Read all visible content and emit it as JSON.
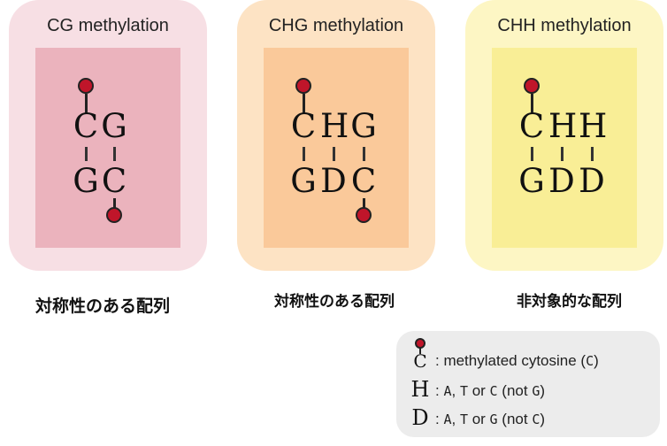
{
  "panels": [
    {
      "title": "CG methylation",
      "outer_color": "#f7dfe4",
      "inner_color": "#ebb3bd",
      "top": [
        "C",
        "G"
      ],
      "bottom": [
        "G",
        "C"
      ]
    },
    {
      "title": "CHG methylation",
      "outer_color": "#fde3c4",
      "inner_color": "#fac99a",
      "top": [
        "C",
        "H",
        "G"
      ],
      "bottom": [
        "G",
        "D",
        "C"
      ]
    },
    {
      "title": "CHH methylation",
      "outer_color": "#fdf6c4",
      "inner_color": "#f9ee96",
      "top": [
        "C",
        "H",
        "H"
      ],
      "bottom": [
        "G",
        "D",
        "D"
      ]
    }
  ],
  "captions": {
    "cg": "対称性のある配列",
    "chg": "対称性のある配列",
    "chh": "非対象的な配列"
  },
  "legend": {
    "methyl_symbol": "C",
    "methyl_text_pre": ": methylated cytosine (",
    "methyl_code": "C",
    "methyl_text_post": ")",
    "h_symbol": "H",
    "h_sep": ": ",
    "h_a": "A",
    "h_comma": ", ",
    "h_t": "T",
    "h_or": " or ",
    "h_c": "C",
    "h_not": " (not ",
    "h_g": "G",
    "h_close": ")",
    "d_symbol": "D",
    "d_sep": ": ",
    "d_a": "A",
    "d_comma": ", ",
    "d_t": "T",
    "d_or": " or ",
    "d_g": "G",
    "d_not": " (not ",
    "d_c": "C",
    "d_close": ")"
  },
  "colors": {
    "methyl_dot": "#c0152a",
    "legend_bg": "#ececec"
  }
}
